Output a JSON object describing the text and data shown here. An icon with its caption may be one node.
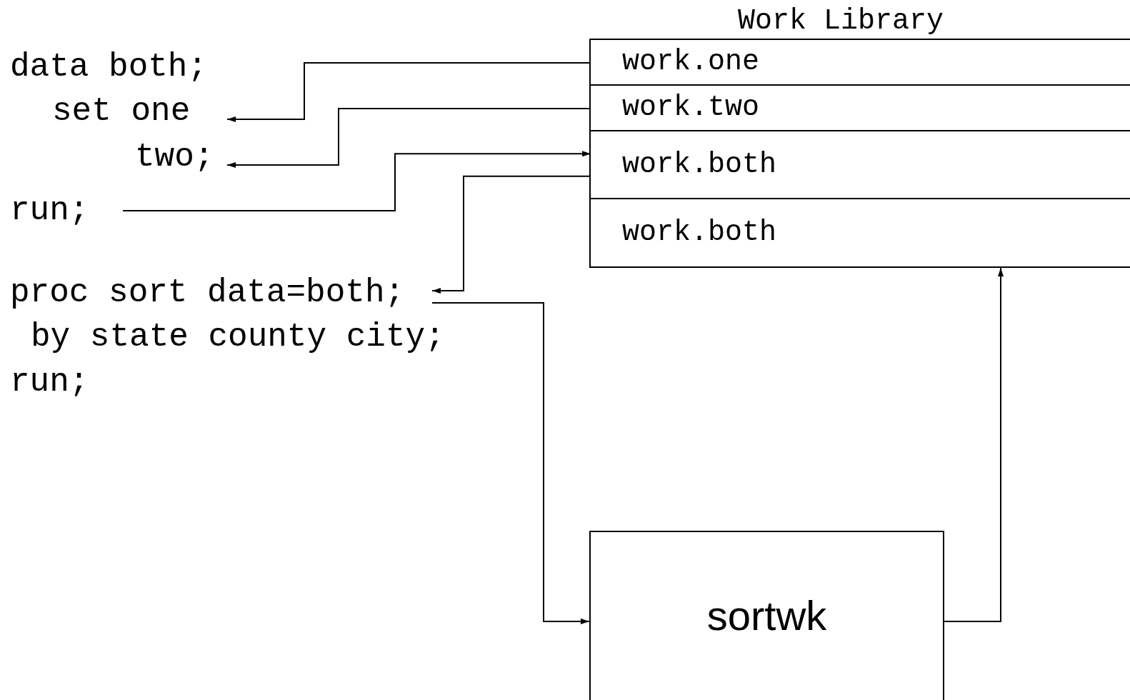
{
  "diagram": {
    "nodes": [
      {
        "text": [
          "data both;"
        ]
      },
      {
        "text": [
          "set one"
        ]
      },
      {
        "text": [
          "two;"
        ]
      },
      {
        "text": [
          "run;"
        ]
      },
      {
        "text": [
          "proc sort data=both;"
        ]
      },
      {
        "text": [
          "Work Library"
        ]
      },
      {
        "text": [
          "work.one"
        ],
        "in": 5
      },
      {
        "text": [
          "work.two"
        ],
        "in": 5
      },
      {
        "text": [
          "work.both"
        ],
        "in": 5
      },
      {
        "text": [
          "work.both"
        ],
        "in": 5
      },
      {
        "text": [
          "sortwk"
        ]
      }
    ],
    "edges": [
      {
        "from": 6,
        "to": 1,
        "arrow": "to"
      },
      {
        "from": 7,
        "to": 2,
        "arrow": "to"
      },
      {
        "from": 3,
        "to": 8,
        "arrow": "to"
      },
      {
        "from": 8,
        "to": 4,
        "arrow": "to"
      },
      {
        "from": 4,
        "to": 10,
        "arrow": "to"
      },
      {
        "from": 10,
        "to": 9,
        "arrow": "to"
      }
    ],
    "labels": [
      "by state county city;",
      "run;"
    ]
  }
}
